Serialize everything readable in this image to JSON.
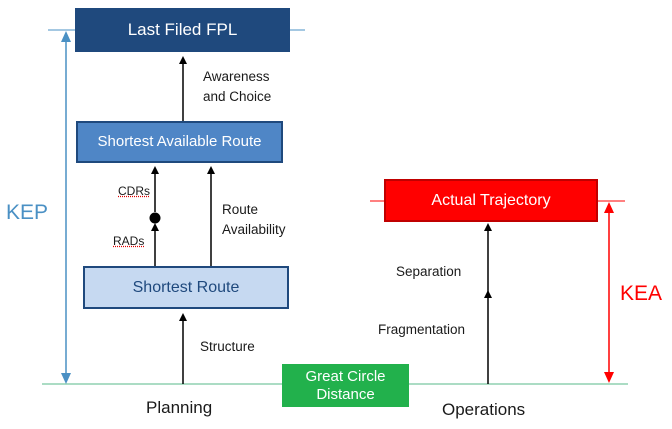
{
  "boxes": {
    "last_filed_fpl": "Last Filed FPL",
    "shortest_available_route": "Shortest Available Route",
    "shortest_route": "Shortest Route",
    "actual_trajectory": "Actual Trajectory",
    "great_circle_distance": "Great Circle Distance"
  },
  "labels": {
    "awareness_and_choice": "Awareness and Choice",
    "cdrs": "CDRs",
    "rads": "RADs",
    "route_availability": "Route Availability",
    "structure": "Structure",
    "separation": "Separation",
    "fragmentation": "Fragmentation",
    "planning": "Planning",
    "operations": "Operations",
    "kep": "KEP",
    "kea": "KEA"
  },
  "colors": {
    "dark_blue": "#1f497d",
    "mid_blue": "#4f86c6",
    "light_blue": "#c6d9f1",
    "red": "#ff0000",
    "green": "#22b14c",
    "kep_blue": "#4a90c4",
    "baseline_green": "#8fd0b0"
  }
}
